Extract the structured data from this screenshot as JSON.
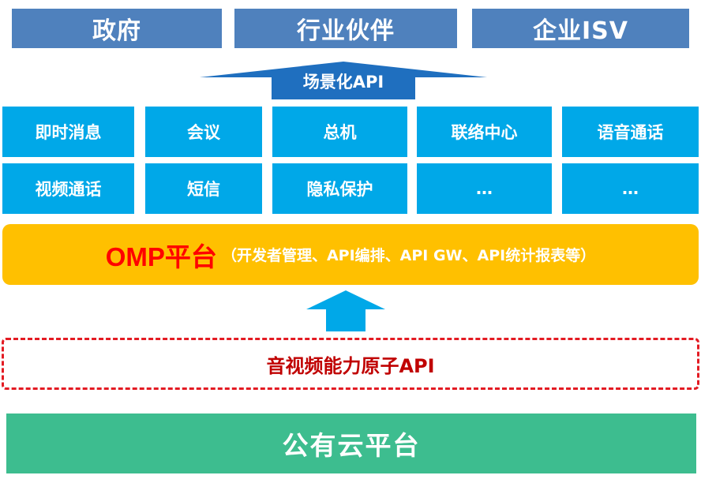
{
  "top_boxes": [
    {
      "label": "政府"
    },
    {
      "label": "行业伙伴"
    },
    {
      "label": "企业ISV"
    }
  ],
  "arrow_label": "场景化API",
  "service_rows": [
    [
      "即时消息",
      "会议",
      "总机",
      "联络中心",
      "语音通话"
    ],
    [
      "视频通话",
      "短信",
      "隐私保护",
      "…",
      "…"
    ]
  ],
  "omp": {
    "title": "OMP平台",
    "subtitle": "（开发者管理、API编排、API GW、API统计报表等）"
  },
  "atomic_api": "音视频能力原子API",
  "public_cloud": "公有云平台",
  "colors": {
    "top_box": "#4f81bd",
    "arrow": "#1f6fbf",
    "service_cell": "#00a8e8",
    "omp_bg": "#ffc000",
    "omp_title": "#ff0000",
    "atomic_border": "#e31b23",
    "atomic_text": "#c00000",
    "cloud_bg": "#3dbd8f"
  }
}
